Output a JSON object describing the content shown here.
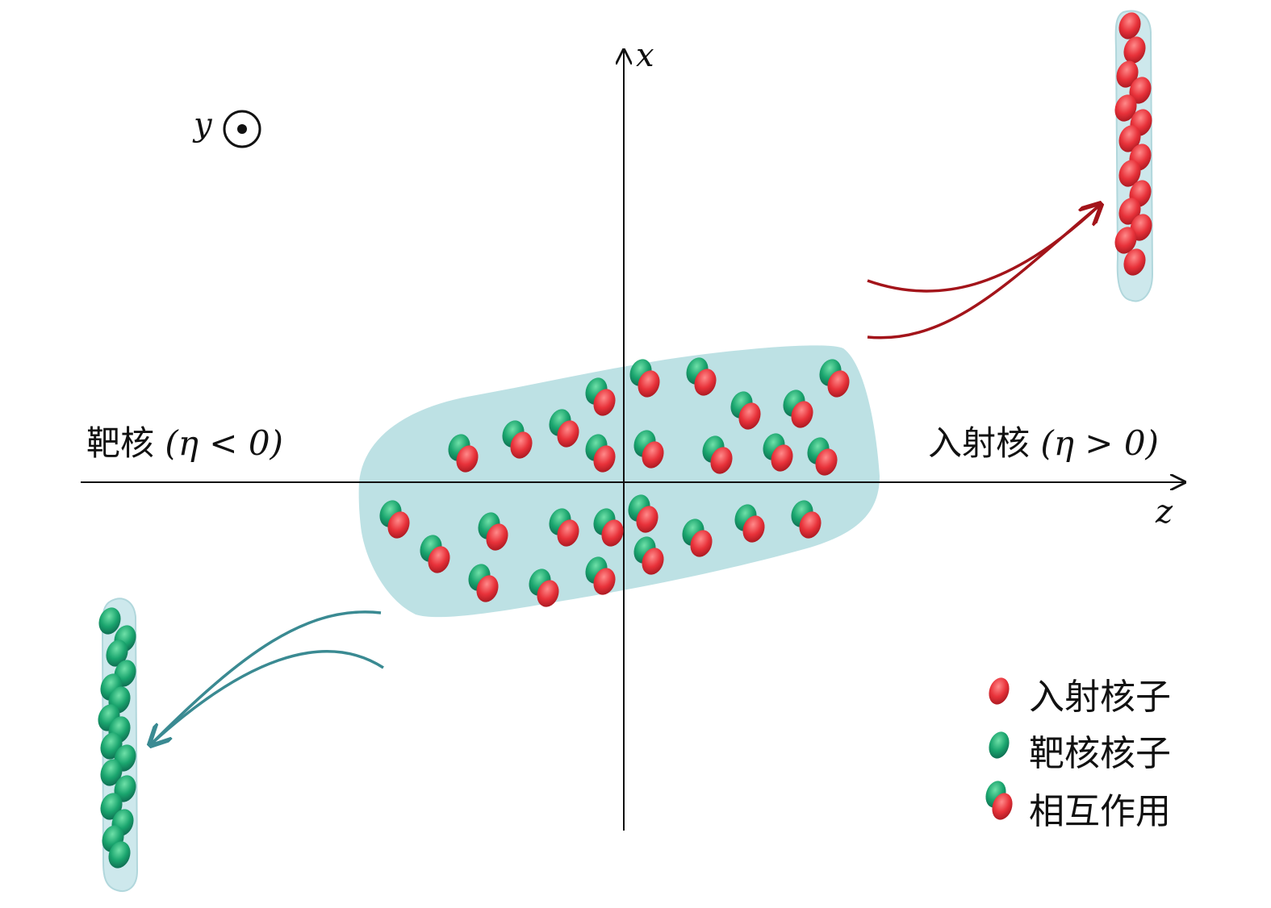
{
  "axes": {
    "x_label": "x",
    "z_label": "z",
    "y_label": "y",
    "y_symbol_icon": "out-of-page-dot-icon"
  },
  "regions": {
    "left_label": "靶核",
    "left_cond": "(η < 0)",
    "right_label": "入射核",
    "right_cond": "(η > 0)"
  },
  "legend": {
    "items": [
      {
        "label": "入射核子",
        "icon": "projectile-nucleon-icon",
        "color": "#e8323a"
      },
      {
        "label": "靶核核子",
        "icon": "target-nucleon-icon",
        "color": "#1aa56e"
      },
      {
        "label": "相互作用",
        "icon": "interacting-pair-icon",
        "color": "#e8323a"
      }
    ]
  },
  "colors": {
    "projectile": "#e8323a",
    "target": "#1aa56e",
    "fireball": "#b9dfe3",
    "projectile_arrow": "#a3141a",
    "target_arrow": "#3a8a92"
  }
}
